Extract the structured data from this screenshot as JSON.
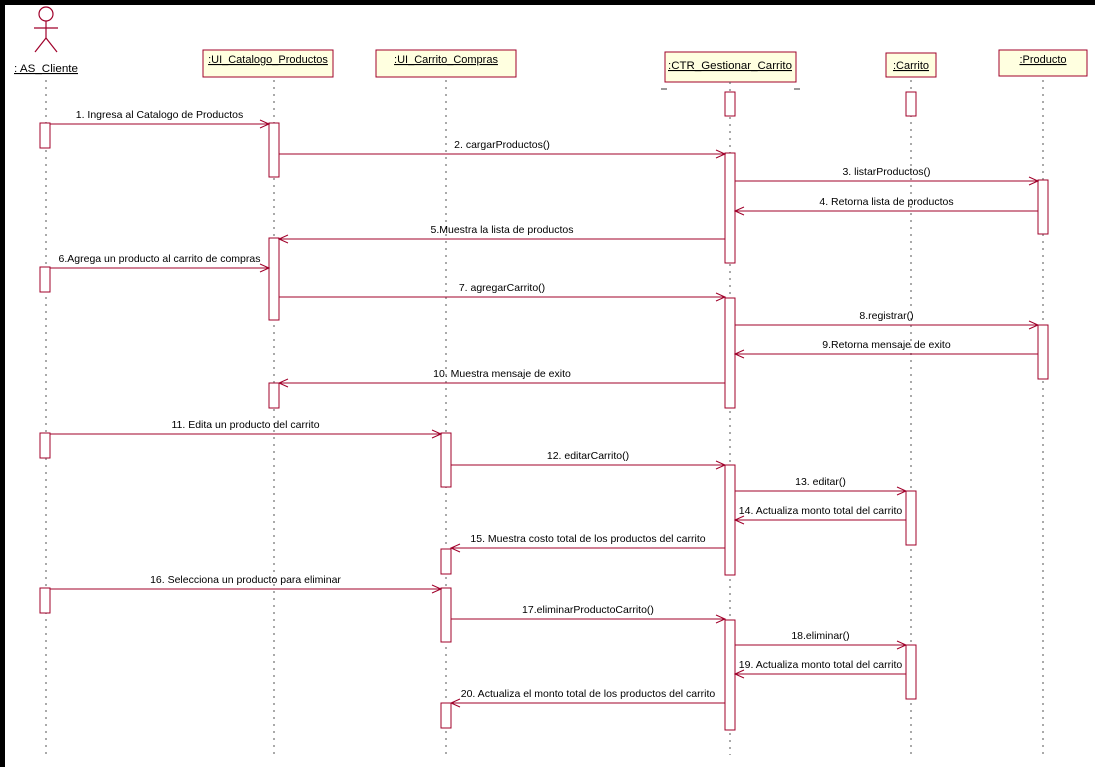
{
  "diagram": {
    "type": "uml-sequence",
    "colors": {
      "line": "#a0002a",
      "lifeline": "#555555",
      "box_fill": "#ffffe0",
      "text": "#000000",
      "frame": "#000000"
    },
    "actor": {
      "id": "cli",
      "label": ": AS_Cliente"
    },
    "participants": [
      {
        "id": "uicat",
        "label": ":UI_Catalogo_Productos"
      },
      {
        "id": "uicar",
        "label": ":UI_Carrito_Compras"
      },
      {
        "id": "ctr",
        "label": ":CTR_Gestionar_Carrito"
      },
      {
        "id": "car",
        "label": ":Carrito"
      },
      {
        "id": "prod",
        "label": ":Producto"
      }
    ],
    "messages": [
      {
        "num": 1,
        "from": "cli",
        "to": "uicat",
        "label": "1. Ingresa al Catalogo de Productos"
      },
      {
        "num": 2,
        "from": "uicat",
        "to": "ctr",
        "label": "2. cargarProductos()"
      },
      {
        "num": 3,
        "from": "ctr",
        "to": "prod",
        "label": "3. listarProductos()"
      },
      {
        "num": 4,
        "from": "prod",
        "to": "ctr",
        "label": "4. Retorna lista de productos"
      },
      {
        "num": 5,
        "from": "ctr",
        "to": "uicat",
        "label": "5.Muestra la lista de productos"
      },
      {
        "num": 6,
        "from": "cli",
        "to": "uicat",
        "label": "6.Agrega un producto al carrito de compras"
      },
      {
        "num": 7,
        "from": "uicat",
        "to": "ctr",
        "label": "7. agregarCarrito()"
      },
      {
        "num": 8,
        "from": "ctr",
        "to": "prod",
        "label": "8.registrar()"
      },
      {
        "num": 9,
        "from": "prod",
        "to": "ctr",
        "label": "9.Retorna mensaje de exito"
      },
      {
        "num": 10,
        "from": "ctr",
        "to": "uicat",
        "label": "10. Muestra mensaje de exito"
      },
      {
        "num": 11,
        "from": "cli",
        "to": "uicar",
        "label": "11. Edita un producto del carrito"
      },
      {
        "num": 12,
        "from": "uicar",
        "to": "ctr",
        "label": "12. editarCarrito()"
      },
      {
        "num": 13,
        "from": "ctr",
        "to": "car",
        "label": "13. editar()"
      },
      {
        "num": 14,
        "from": "car",
        "to": "ctr",
        "label": "14. Actualiza monto total del carrito"
      },
      {
        "num": 15,
        "from": "ctr",
        "to": "uicar",
        "label": "15. Muestra costo total de los productos del carrito"
      },
      {
        "num": 16,
        "from": "cli",
        "to": "uicar",
        "label": "16. Selecciona un producto para eliminar"
      },
      {
        "num": 17,
        "from": "uicar",
        "to": "ctr",
        "label": "17.eliminarProductoCarrito()"
      },
      {
        "num": 18,
        "from": "ctr",
        "to": "car",
        "label": "18.eliminar()"
      },
      {
        "num": 19,
        "from": "car",
        "to": "ctr",
        "label": "19. Actualiza monto total del carrito"
      },
      {
        "num": 20,
        "from": "ctr",
        "to": "uicar",
        "label": "20. Actualiza el monto total de los productos del carrito"
      }
    ]
  }
}
